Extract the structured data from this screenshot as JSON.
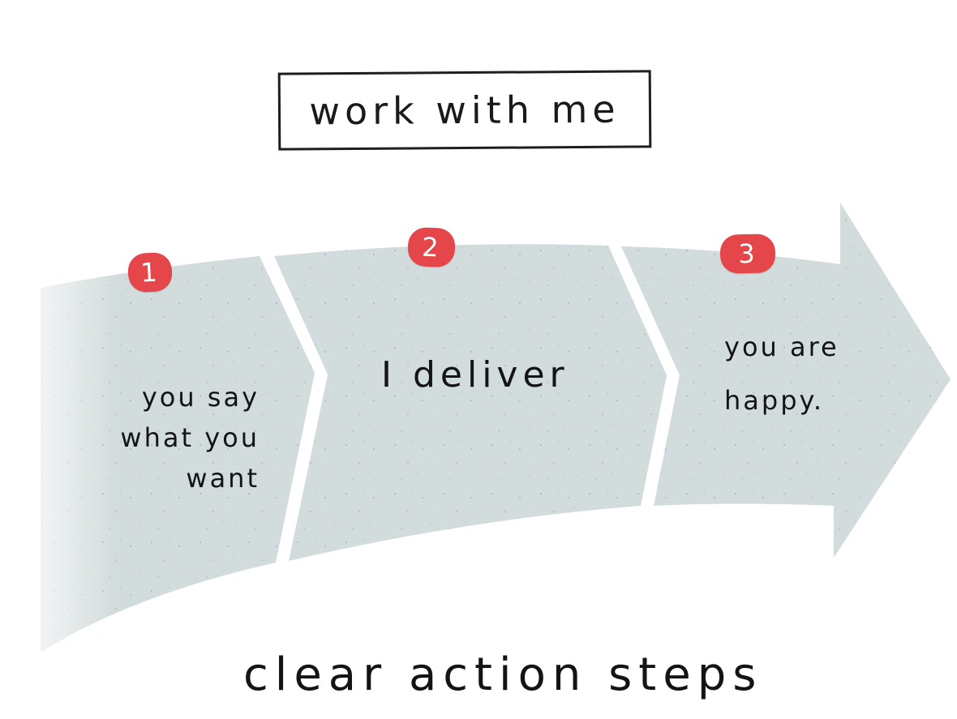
{
  "title": "work with me",
  "steps": [
    {
      "number": "1",
      "text": "you say\nwhat you\nwant"
    },
    {
      "number": "2",
      "text": "I deliver"
    },
    {
      "number": "3",
      "text": "you are\nhappy."
    }
  ],
  "footer": "clear action steps",
  "colors": {
    "arrow_fill": "#d3dcdc",
    "badge": "#e4464a",
    "ink": "#1a1a1a",
    "background": "#ffffff"
  }
}
